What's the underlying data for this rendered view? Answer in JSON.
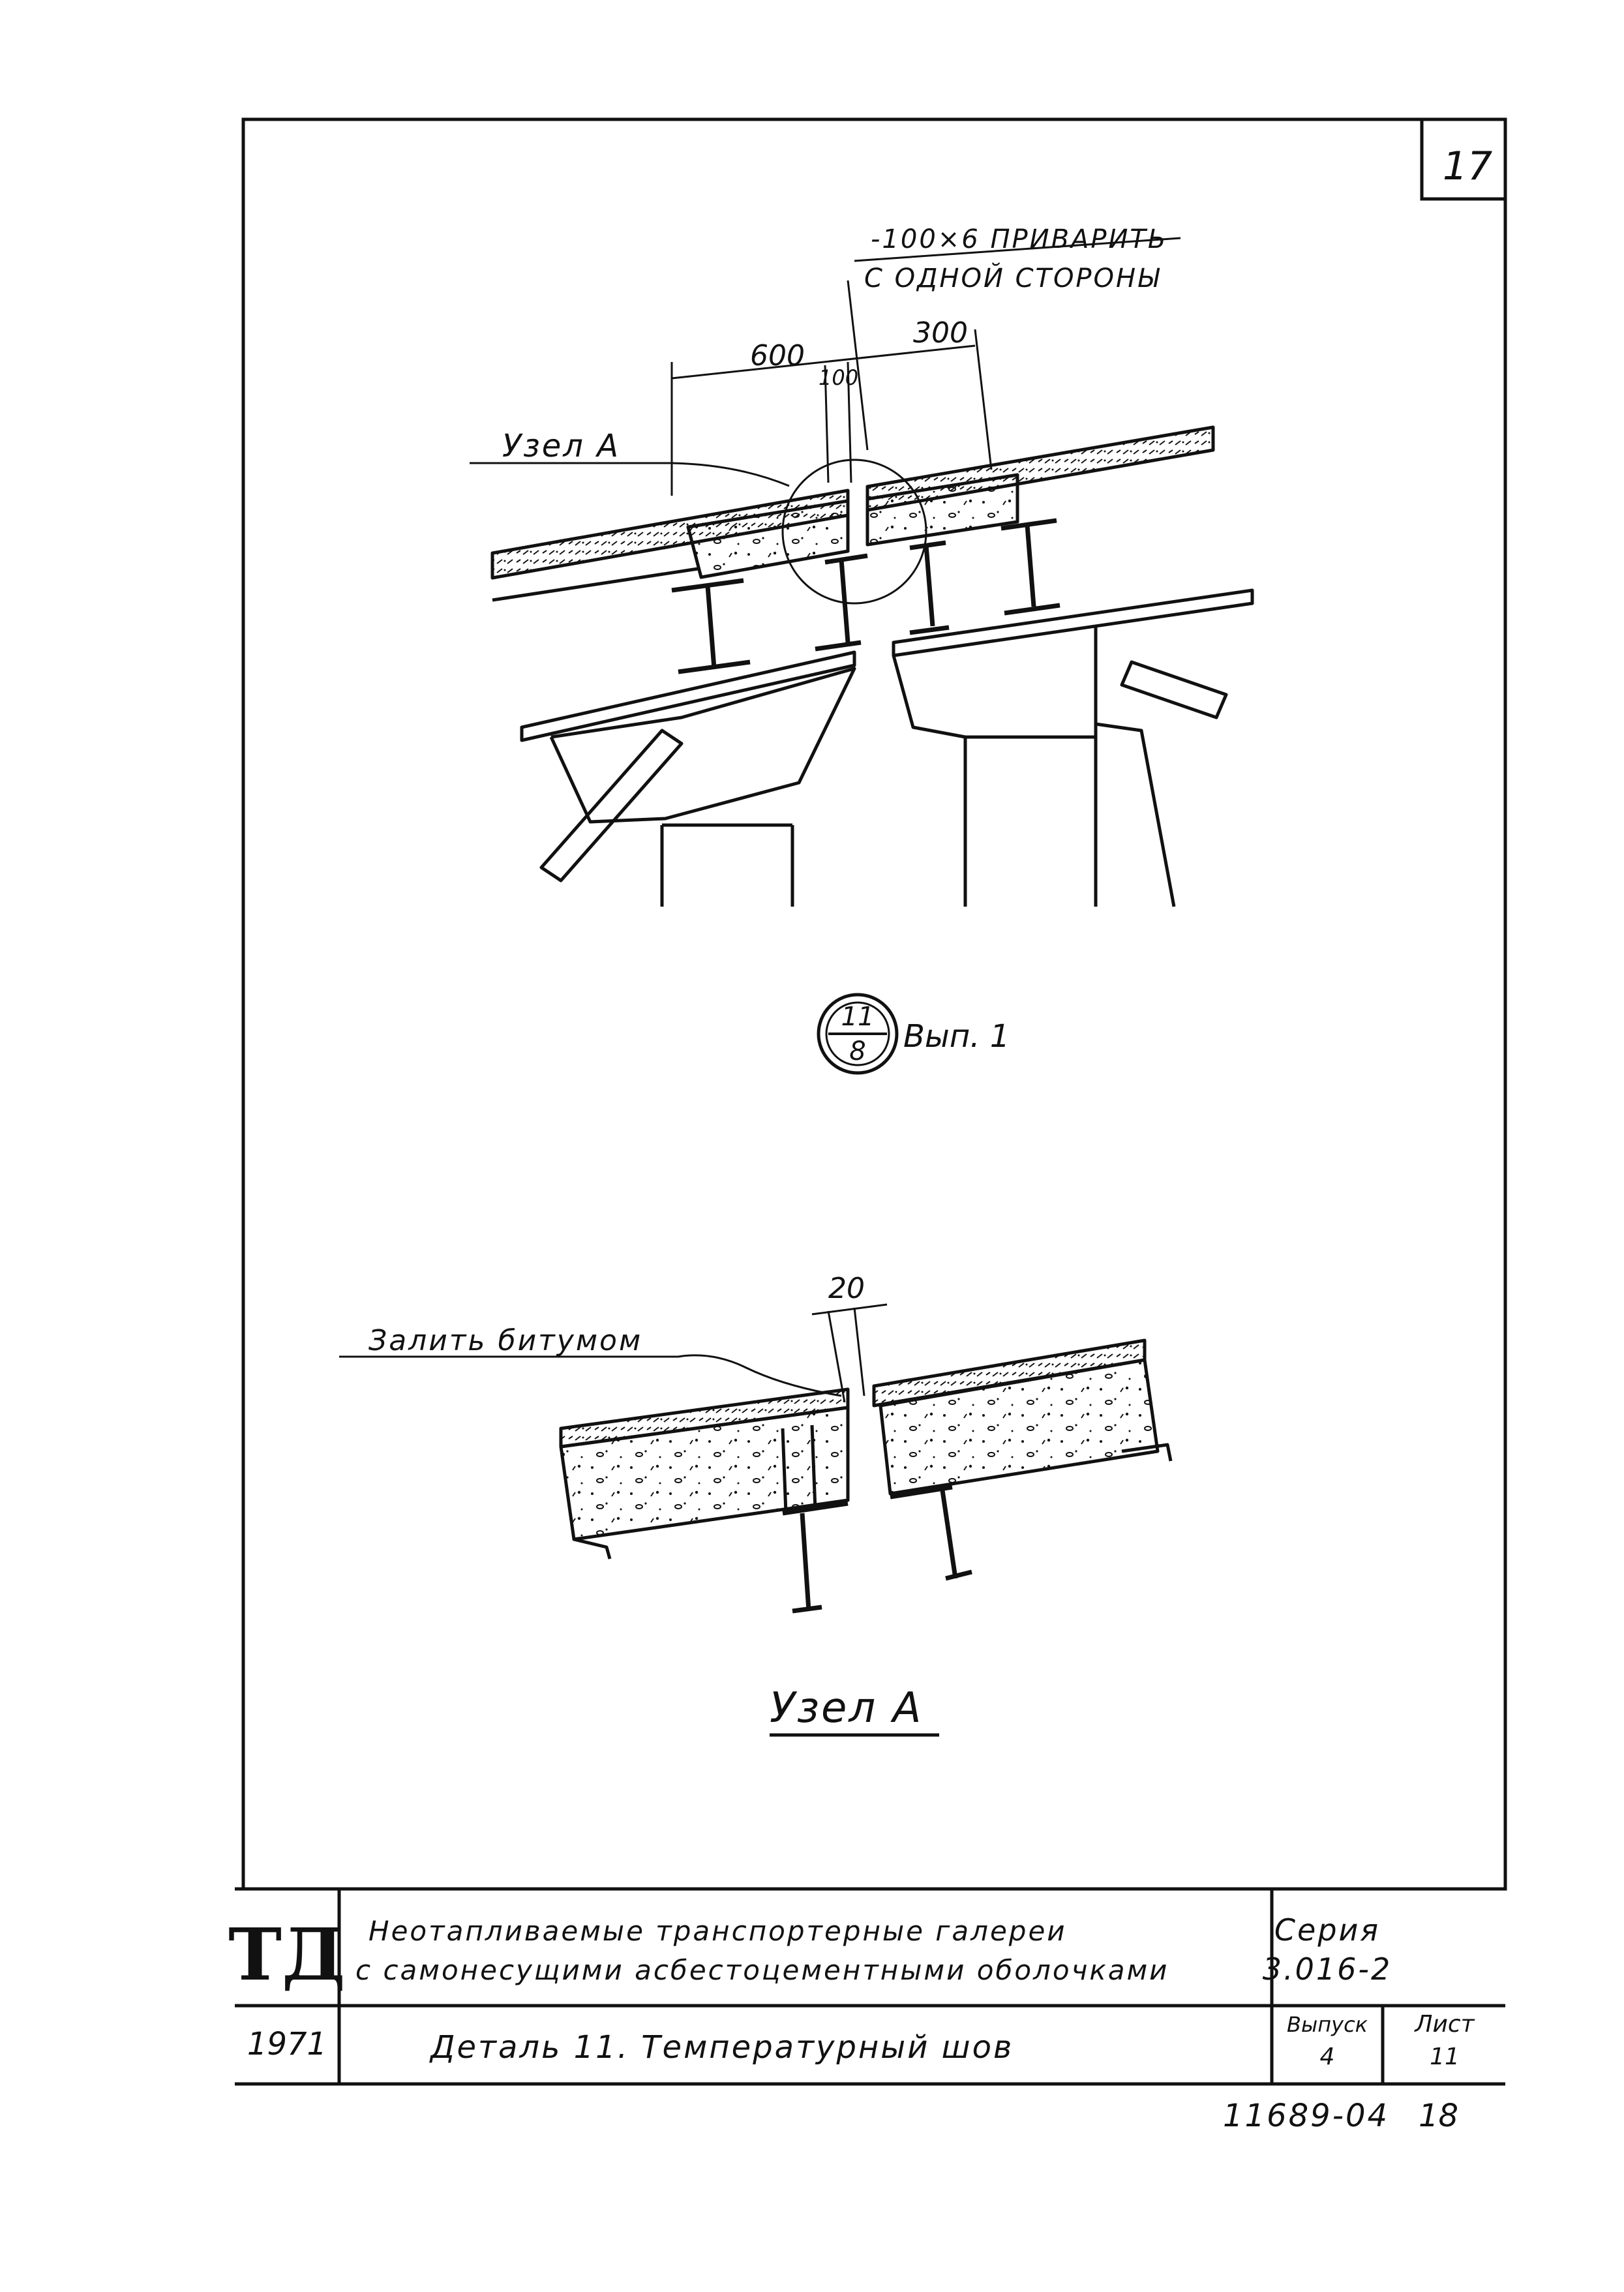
{
  "sheet_number_top": "17",
  "section1": {
    "dim_600": "600",
    "dim_300": "300",
    "dim_100": "100",
    "note_line1": "-100×6 ПРИВАРИТЬ",
    "note_line2": "С ОДНОЙ СТОРОНЫ",
    "node_label": "Узел А"
  },
  "reference_mark": {
    "numerator": "11",
    "denominator": "8",
    "suffix": "Вып. 1"
  },
  "section2": {
    "dim_20": "20",
    "note": "Залить битумом",
    "title": "Узел А"
  },
  "title_block": {
    "logo": "ТД",
    "year": "1971",
    "title_line1": "Неотапливаемые транспортерные галереи",
    "title_line2": "с самонесущими асбестоцементными оболочками",
    "detail": "Деталь 11. Температурный шов",
    "series_label": "Серия",
    "series_value": "3.016-2",
    "issue_label": "Выпуск",
    "issue_value": "4",
    "sheet_label": "Лист",
    "sheet_value": "11"
  },
  "footer": {
    "archive_no": "11689-04",
    "page": "18"
  },
  "colors": {
    "ink": "#111111",
    "paper": "#ffffff"
  }
}
